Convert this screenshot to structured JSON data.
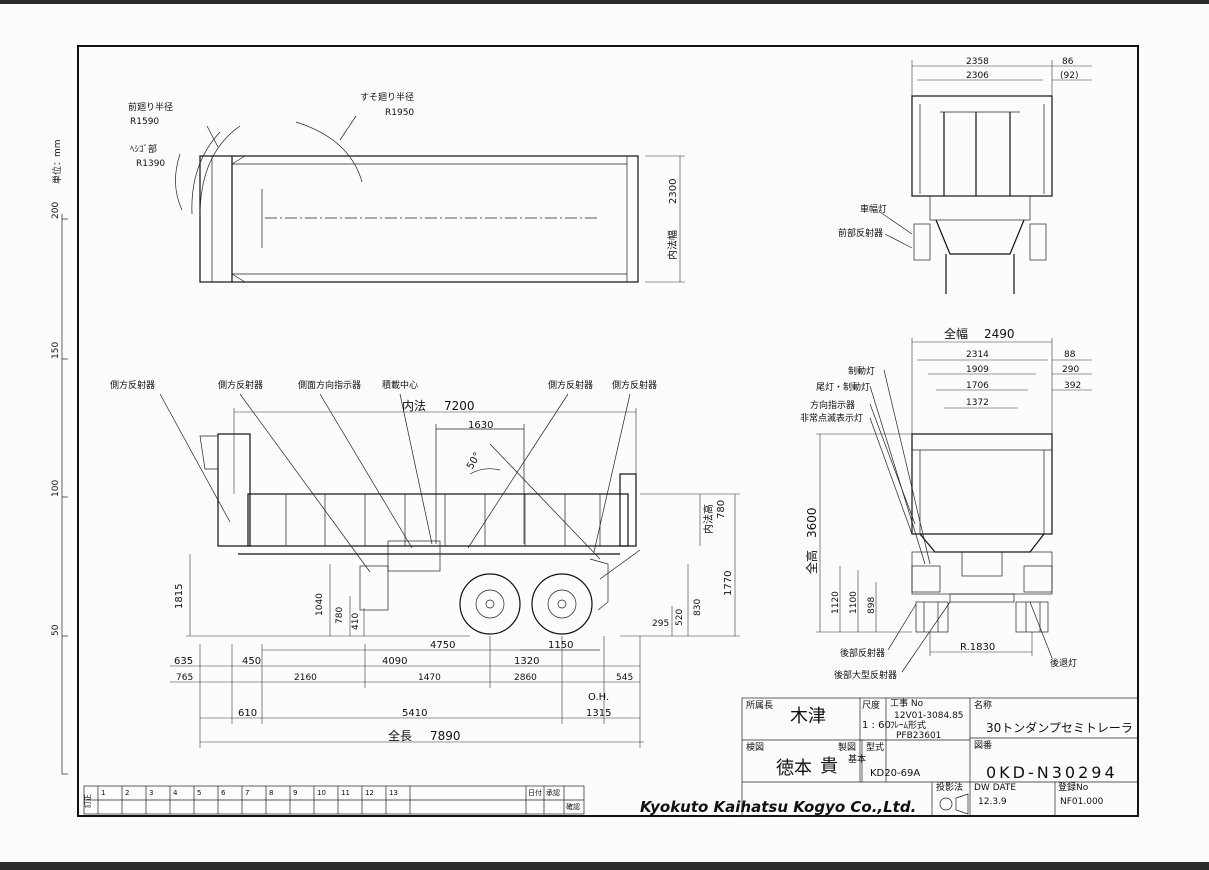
{
  "unit": "単位：mm",
  "scale_ticks": [
    "50",
    "100",
    "150",
    "200"
  ],
  "top_view": {
    "front_radius_label": "前廻り半径",
    "front_radius": "R1590",
    "skirt_radius_label": "すそ廻り半径",
    "skirt_radius": "R1950",
    "pin_label": "ﾍｼｺﾞ部",
    "pin_radius": "R1390",
    "inner_width": "内法幅",
    "inner_width_value": "2300"
  },
  "front_view": {
    "w1": "2358",
    "w2": "2306",
    "w3": "86",
    "w4": "(92)",
    "lamp1": "車幅灯",
    "lamp2": "前部反射器"
  },
  "side_view": {
    "reflector1": "側方反射器",
    "reflector2": "側方反射器",
    "indicator": "側面方向指示器",
    "load_center": "積載中心",
    "reflector3": "側方反射器",
    "reflector4": "側方反射器",
    "inner_length_label": "内法",
    "inner_length": "7200",
    "d1630": "1630",
    "angle": "50°",
    "inner_height_label": "内法高",
    "inner_height": "780",
    "h1770": "1770",
    "h1815": "1815",
    "h1040": "1040",
    "h780": "780",
    "h410": "410",
    "h830": "830",
    "h520": "520",
    "h295": "295",
    "d4750": "4750",
    "d1150": "1150",
    "d635": "635",
    "d450": "450",
    "d4090": "4090",
    "d1320": "1320",
    "d765": "765",
    "d2160": "2160",
    "d1470": "1470",
    "d2860": "2860",
    "d545": "545",
    "oh_label": "O.H.",
    "d1315": "1315",
    "d610": "610",
    "d5410": "5410",
    "total_length_label": "全長",
    "total_length": "7890"
  },
  "rear_view": {
    "total_width_label": "全幅",
    "total_width": "2490",
    "w2314": "2314",
    "w88": "88",
    "w1909": "1909",
    "w290": "290",
    "w1706": "1706",
    "w392": "392",
    "w1372": "1372",
    "brake_lamp": "制動灯",
    "tail_lamp": "尾灯・制動灯",
    "turn_signal": "方向指示器",
    "hazard": "非常点滅表示灯",
    "total_height_label": "全高",
    "total_height": "3600",
    "h1120": "1120",
    "h1100": "1100",
    "h898": "898",
    "track": "R.1830",
    "rear_reflector": "後部反射器",
    "large_reflector": "後部大型反射器",
    "reverse_lamp": "後退灯"
  },
  "title_block": {
    "designer_label": "所属長",
    "scale_label": "尺度",
    "scale": "1 : 60",
    "work_no_label": "工事 No",
    "work_no": "12V01-3084.85",
    "base_label": "ﾌﾚｰﾑ形式",
    "base_no": "PFB23601",
    "name_label": "名称",
    "name": "30トンダンプセミトレーラ",
    "checker_label": "検図",
    "draft_label": "製図",
    "model_label": "型式",
    "model": "KD20-69A",
    "drawing_no_label": "図番",
    "drawing_no": "0KD-N30294",
    "projection_label": "投影法",
    "date_label": "DW DATE",
    "date": "12.3.9",
    "reg_label": "登録No",
    "reg_no": "NF01.000",
    "stamp1": "木津",
    "stamp2": "徳本",
    "stamp3": "貴",
    "basic_label": "基本",
    "company": "Kyokuto Kaihatsu Kogyo Co.,Ltd."
  },
  "revision_row": {
    "label": "訂正",
    "cells": [
      "1",
      "2",
      "3",
      "4",
      "5",
      "6",
      "7",
      "8",
      "9",
      "10",
      "11",
      "12",
      "13"
    ],
    "date_label": "日付",
    "approve_label": "承認",
    "conf_label": "確認"
  }
}
